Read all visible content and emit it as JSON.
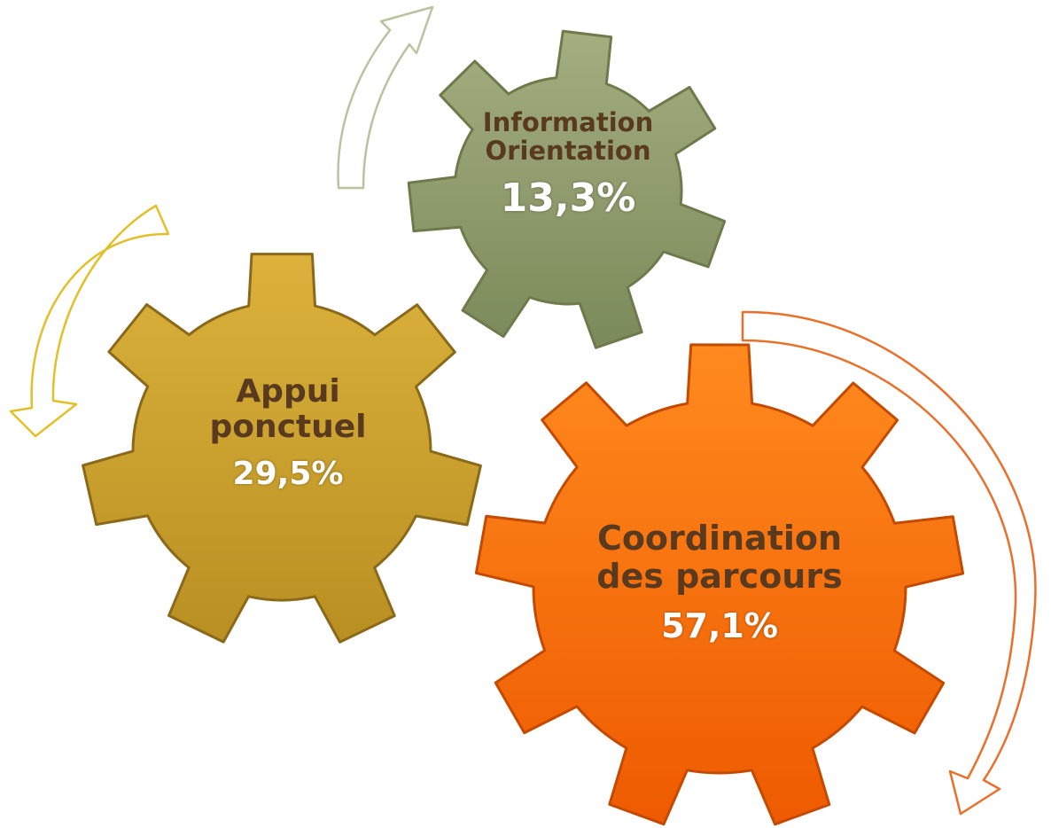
{
  "diagram": {
    "gears": [
      {
        "id": "information-orientation",
        "label_lines": [
          "Information",
          "Orientation"
        ],
        "value": "13,3%",
        "color": "#8c9a6a"
      },
      {
        "id": "appui-ponctuel",
        "label_lines": [
          "Appui",
          "ponctuel"
        ],
        "value": "29,5%",
        "color": "#c9a030"
      },
      {
        "id": "coordination-des-parcours",
        "label_lines": [
          "Coordination",
          "des parcours"
        ],
        "value": "57,1%",
        "color": "#ff6a00"
      }
    ],
    "colors": {
      "label": "#5a3a1e",
      "value": "#ffffff",
      "arrow_olive": "#b9c3a0",
      "arrow_gold": "#e2c02a",
      "arrow_orange": "#e8702a"
    }
  }
}
